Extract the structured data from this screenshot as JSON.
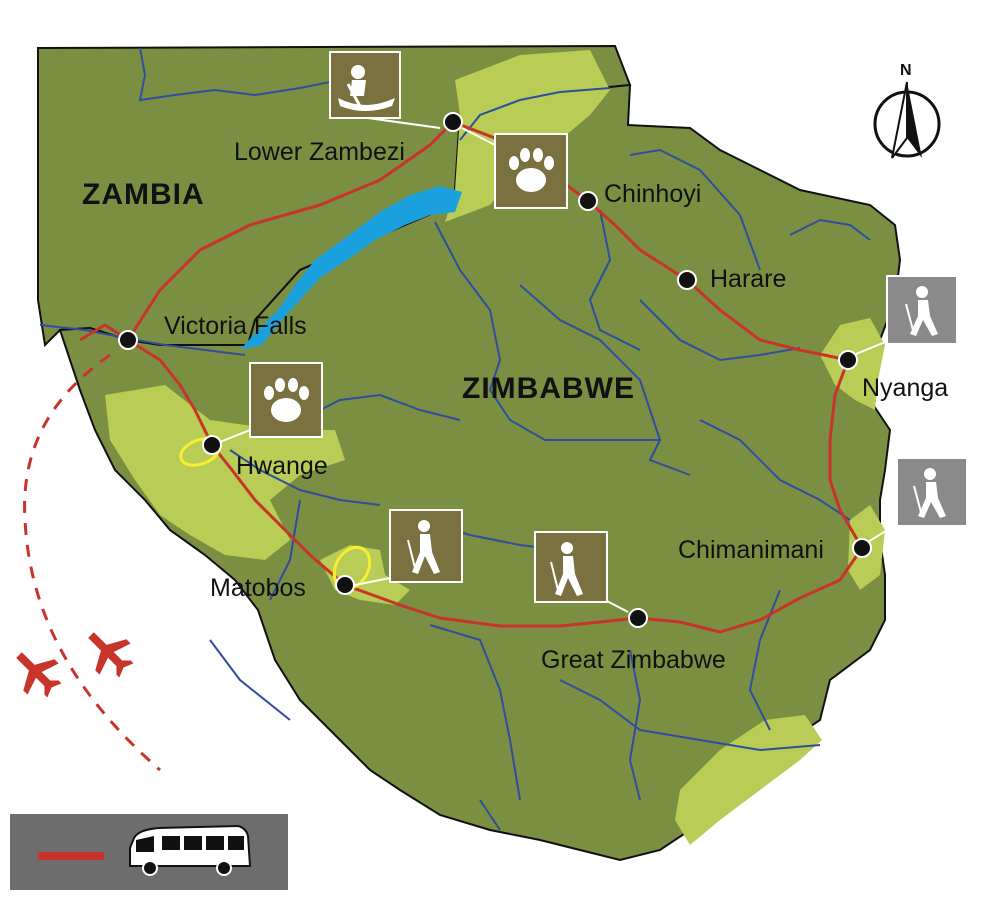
{
  "map": {
    "countries": [
      {
        "id": "zambia",
        "label": "ZAMBIA"
      },
      {
        "id": "zimbabwe",
        "label": "ZIMBABWE"
      }
    ],
    "places": [
      {
        "id": "lower-zambezi",
        "label": "Lower Zambezi"
      },
      {
        "id": "chinhoyi",
        "label": "Chinhoyi"
      },
      {
        "id": "harare",
        "label": "Harare"
      },
      {
        "id": "nyanga",
        "label": "Nyanga"
      },
      {
        "id": "victoria-falls",
        "label": "Victoria Falls"
      },
      {
        "id": "hwange",
        "label": "Hwange"
      },
      {
        "id": "matobos",
        "label": "Matobos"
      },
      {
        "id": "great-zimbabwe",
        "label": "Great Zimbabwe"
      },
      {
        "id": "chimanimani",
        "label": "Chimanimani"
      }
    ],
    "activities": [
      {
        "place": "lower-zambezi",
        "icon": "canoe-icon"
      },
      {
        "place": "lower-zambezi",
        "icon": "paw-print-icon"
      },
      {
        "place": "hwange",
        "icon": "paw-print-icon"
      },
      {
        "place": "matobos",
        "icon": "hiker-icon"
      },
      {
        "place": "great-zimbabwe",
        "icon": "hiker-icon"
      },
      {
        "place": "nyanga",
        "icon": "hiker-icon"
      },
      {
        "place": "chimanimani",
        "icon": "hiker-icon"
      }
    ],
    "compass_label": "N",
    "legend": {
      "line_icon": "route-line-icon",
      "vehicle_icon": "safari-truck-icon"
    },
    "colors": {
      "land": "#7b8f42",
      "park": "#b9cc55",
      "route": "#c8342a",
      "flight": "#c8342a",
      "river": "#2f4f9e",
      "lake": "#1aa0dc",
      "icon_box": "#7a7040",
      "icon_box_gray": "#8a8a8a",
      "legend_bg": "#6d6d6d"
    }
  }
}
